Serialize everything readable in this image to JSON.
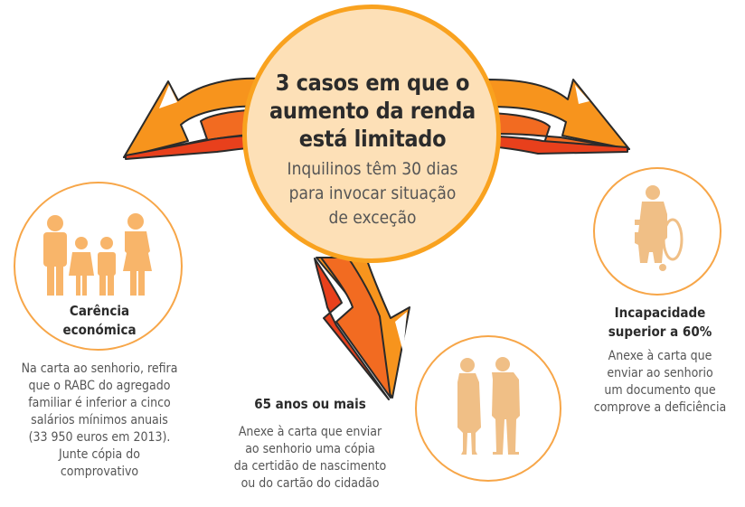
{
  "header": {
    "title_lines": [
      "3 casos em que o",
      "aumento da renda",
      "está limitado"
    ],
    "subtitle_lines": [
      "Inquilinos têm 30 dias",
      "para invocar situação",
      "de exceção"
    ]
  },
  "cases": [
    {
      "id": "carencia",
      "icon": "family-icon",
      "title_lines": [
        "Carência",
        "económica"
      ],
      "text_lines": [
        "Na carta ao senhorio, refira",
        "que o RABC do agregado",
        "familiar é inferior a cinco",
        "salários mínimos anuais",
        "(33 950 euros em 2013).",
        "Junte cópia do",
        "comprovativo"
      ]
    },
    {
      "id": "idade",
      "icon": "elderly-couple-icon",
      "title_lines": [
        "65 anos ou mais"
      ],
      "text_lines": [
        "Anexe à carta que enviar",
        "ao senhorio uma cópia",
        "da certidão de nascimento",
        "ou do cartão do cidadão"
      ]
    },
    {
      "id": "incapacidade",
      "icon": "wheelchair-icon",
      "title_lines": [
        "Incapacidade",
        "superior a 60%"
      ],
      "text_lines": [
        "Anexe à carta que",
        "enviar ao senhorio",
        "um documento que",
        "comprove a deficiência"
      ]
    }
  ],
  "colors": {
    "center_fill": "#fde0b7",
    "center_border": "#f9a21f",
    "arrow_light": "#f7941d",
    "arrow_mid": "#f26b21",
    "arrow_dark": "#e8401c",
    "icon_fill": "#f8b56a",
    "icon_fill_photo": "#f0bf86",
    "ring": "#f7a648",
    "title_text": "#2b2b2b",
    "body_text": "#555555"
  }
}
